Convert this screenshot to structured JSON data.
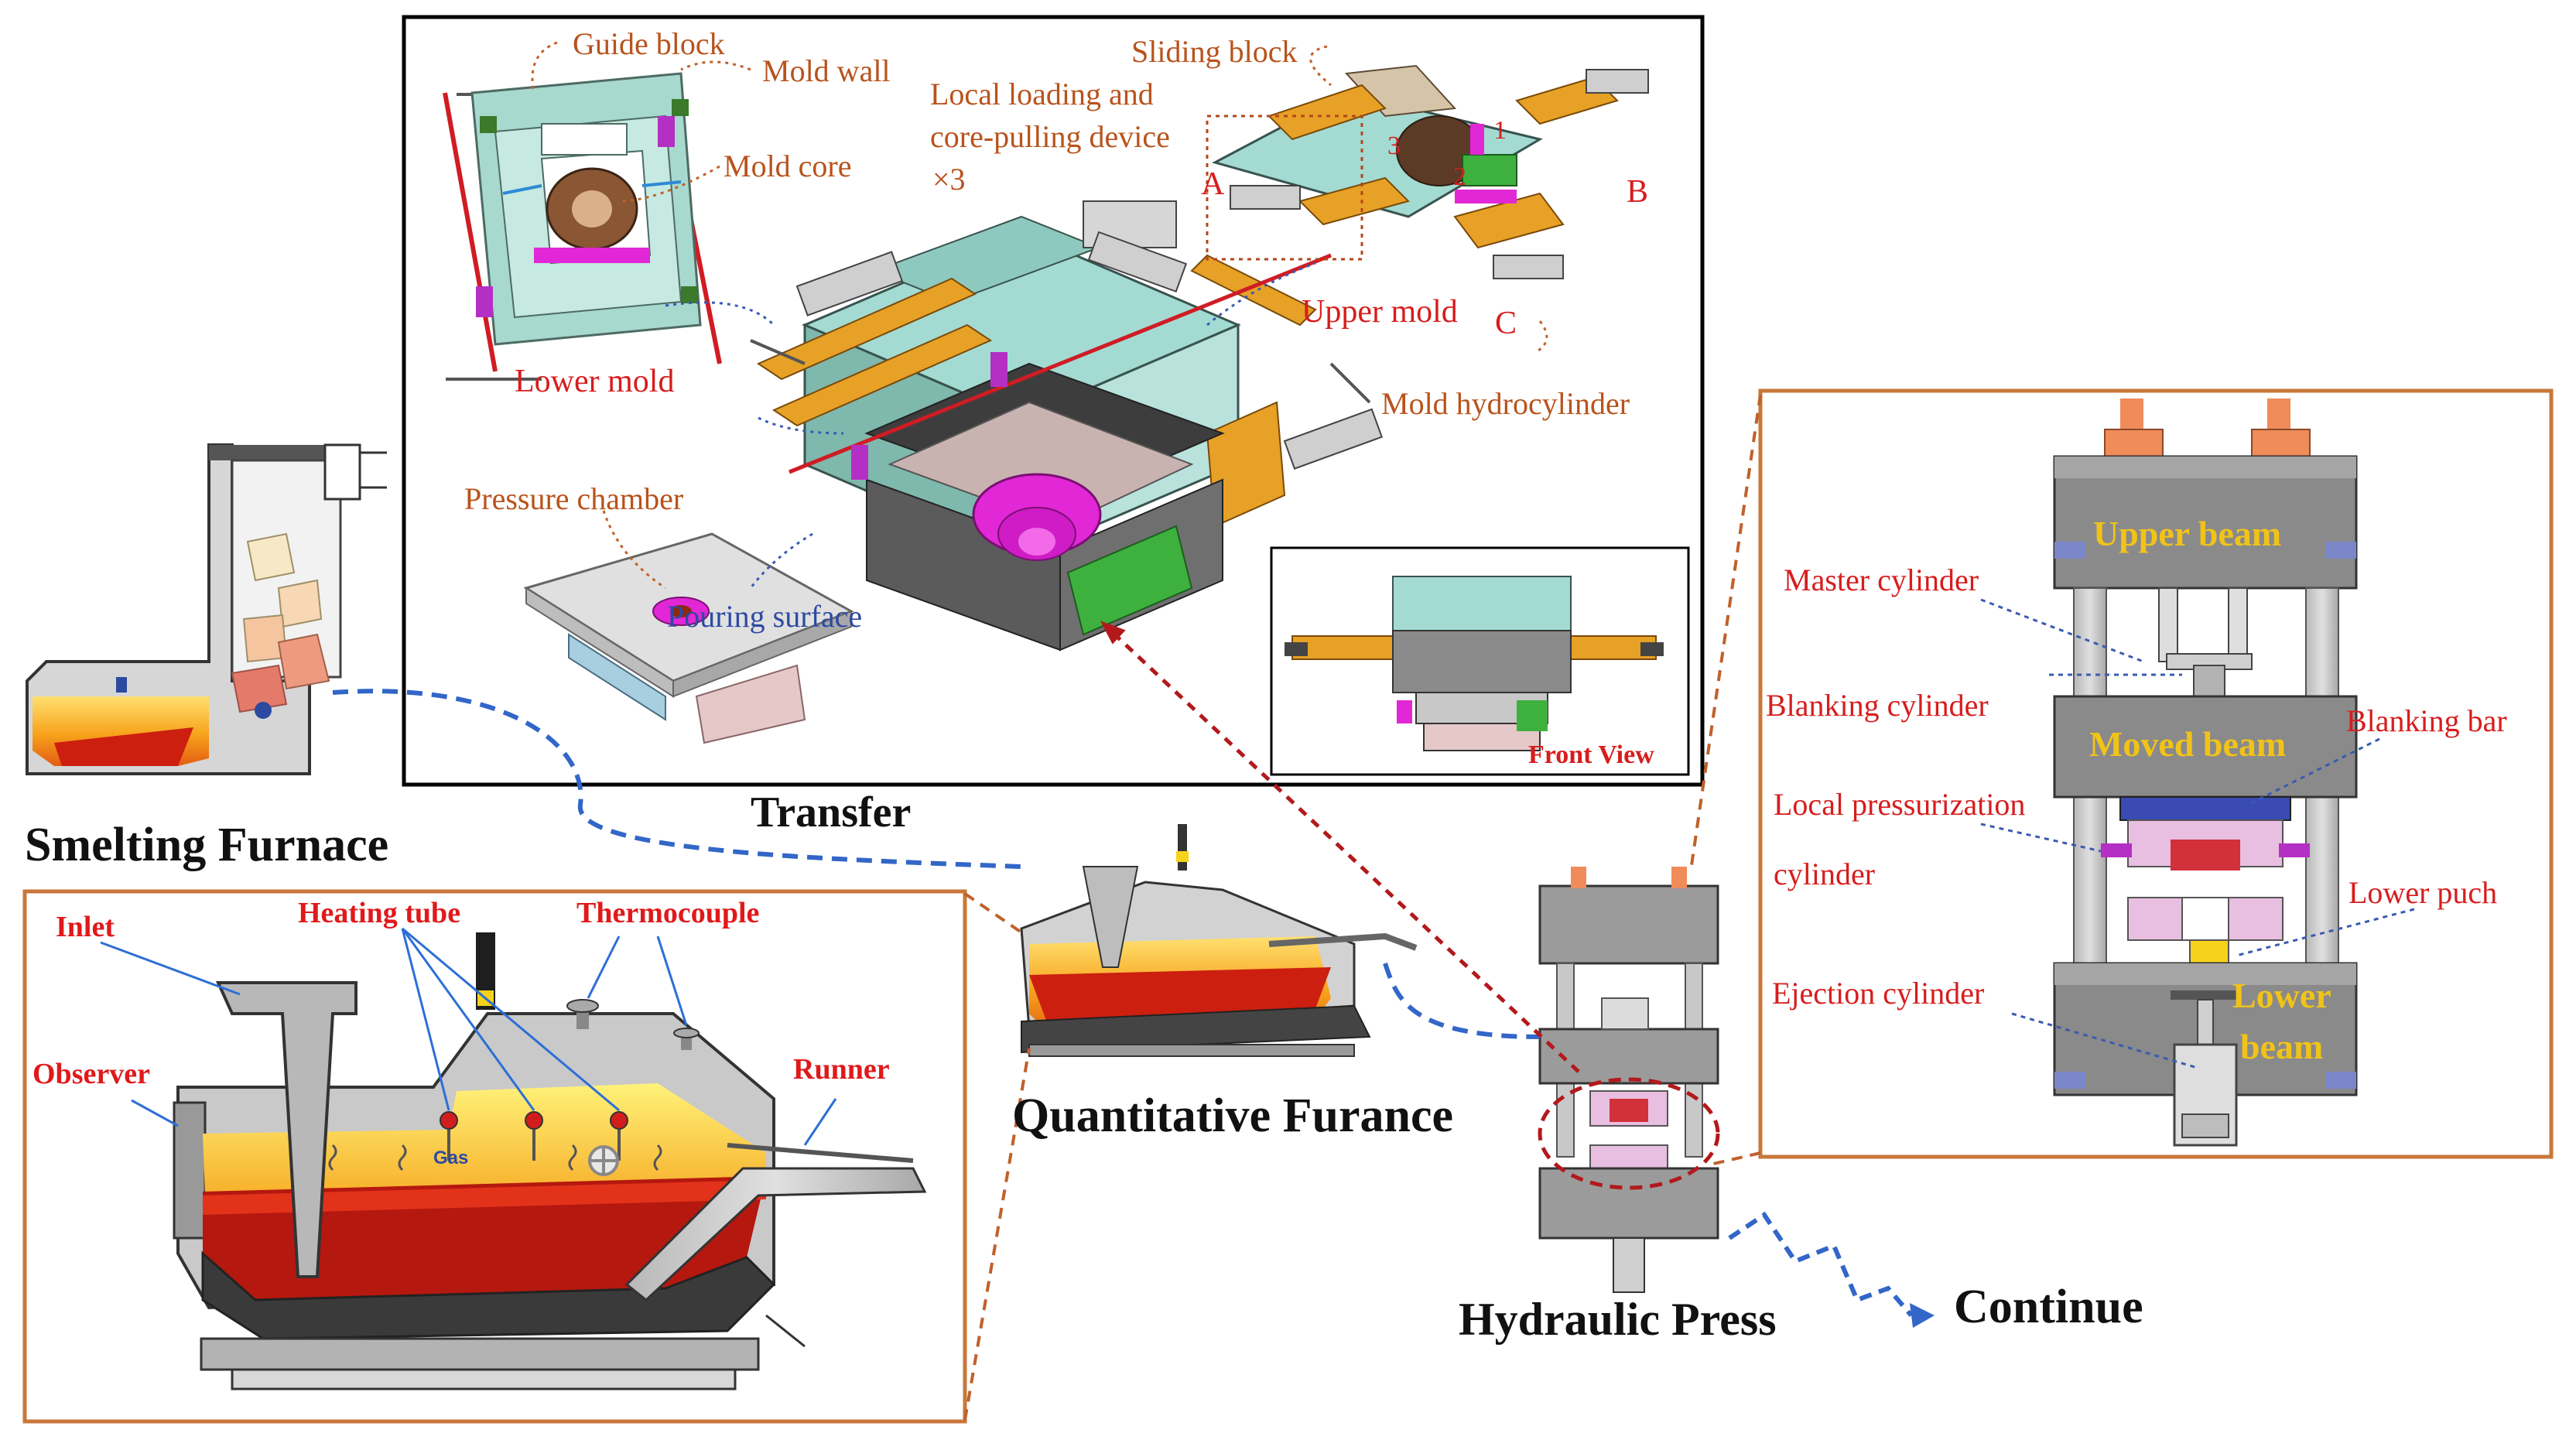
{
  "sections": {
    "smelting_furnace": "Smelting Furnace",
    "transfer": "Transfer",
    "quantitative_furnace": "Quantitative Furance",
    "hydraulic_press": "Hydraulic Press",
    "continue": "Continue",
    "front_view": "Front View"
  },
  "mold_labels": {
    "guide_block": "Guide block",
    "mold_wall": "Mold wall",
    "mold_core": "Mold core",
    "lower_mold": "Lower mold",
    "sliding_block": "Sliding block",
    "local_loading_line1": "Local loading and",
    "local_loading_line2": "core-pulling device",
    "local_loading_count": "×3",
    "upper_mold": "Upper mold",
    "mold_hydrocylinder": "Mold hydrocylinder",
    "pressure_chamber": "Pressure chamber",
    "pouring_surface": "Pouring surface",
    "marker_a": "A",
    "marker_b": "B",
    "marker_c": "C",
    "num_1": "1",
    "num_2": "2",
    "num_3": "3"
  },
  "furnace_labels": {
    "inlet": "Inlet",
    "heating_tube": "Heating tube",
    "thermocouple": "Thermocouple",
    "observer": "Observer",
    "runner": "Runner",
    "gas": "Gas"
  },
  "press_labels": {
    "upper_beam": "Upper beam",
    "master_cylinder": "Master cylinder",
    "blanking_cylinder": "Blanking cylinder",
    "moved_beam": "Moved beam",
    "blanking_bar": "Blanking bar",
    "local_pressurization_line1": "Local pressurization",
    "local_pressurization_line2": "cylinder",
    "lower_puch": "Lower puch",
    "ejection_cylinder": "Ejection cylinder",
    "lower_beam_line1": "Lower",
    "lower_beam_line2": "beam"
  },
  "colors": {
    "frame_brown": "#c8773a",
    "dashed_blue": "#3266c8",
    "dashed_red": "#b3191c",
    "molten_red": "#cc1f10",
    "molten_orange": "#f7a21b",
    "mold_orange": "#e7a126",
    "mold_teal": "#8fd2c6",
    "mold_magenta": "#e127d6",
    "machine_gray": "#9a9a9a",
    "beam_gray": "#8a8a8a",
    "beam_text": "#f1c319"
  }
}
